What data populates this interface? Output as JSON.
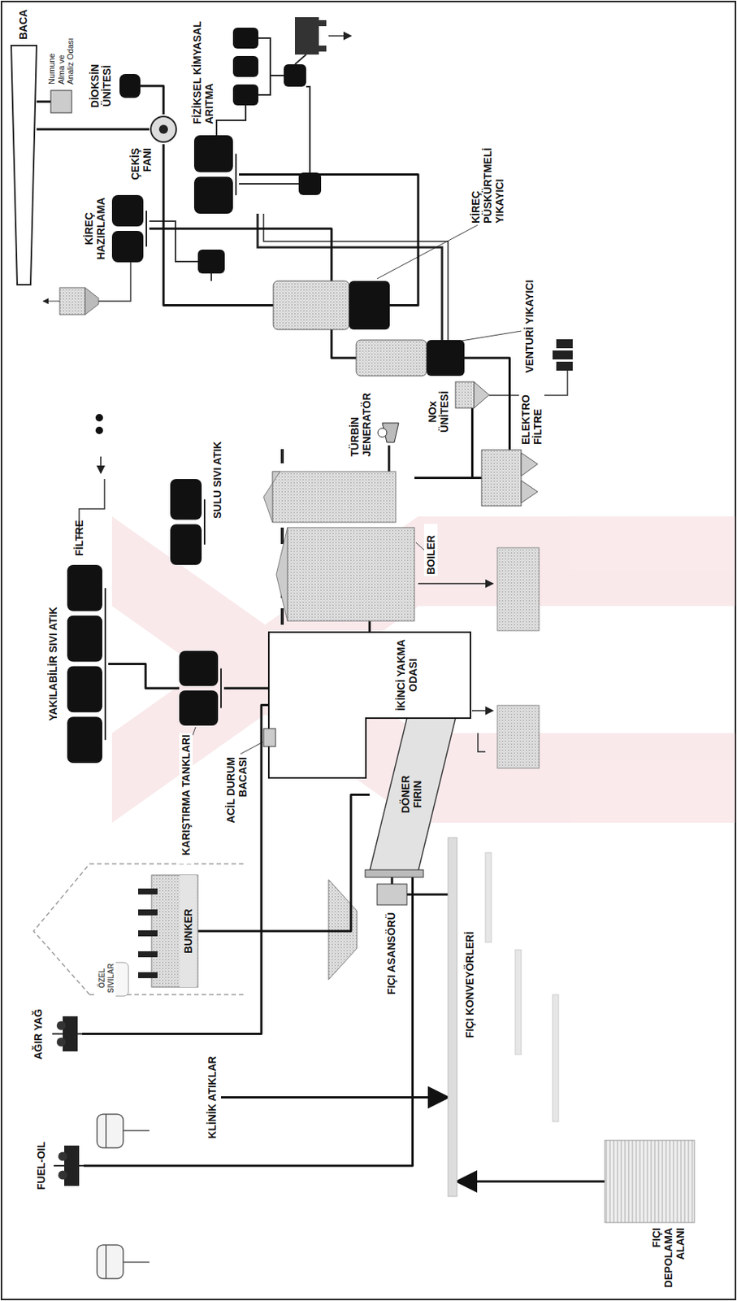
{
  "diagram": {
    "nodes": [
      {
        "text": [
          "FUEL-OIL"
        ]
      },
      {
        "text": [
          "AĞIR YAĞ"
        ]
      },
      {
        "text": [
          "ÖZEL SIVILAR"
        ]
      },
      {
        "text": [
          "KLİNİK ATIKLAR"
        ]
      },
      {
        "text": [
          "FIÇI DEPOLAMA ALANI"
        ]
      },
      {
        "text": [
          "FIÇI KONVEYÖRLERİ"
        ]
      },
      {
        "text": [
          "BUNKER"
        ]
      },
      {
        "text": [
          "FIÇI ASANSÖRÜ"
        ]
      },
      {
        "text": [
          "DÖNER FIRIN"
        ]
      },
      {
        "text": [
          "KARIŞTIRMA TANKLARI"
        ]
      },
      {
        "text": [
          "YAKILABİLİR SIVI ATIK"
        ]
      },
      {
        "text": [
          "İKİNCİ YAKMA ODASI"
        ]
      },
      {
        "text": [
          "ACİL DURUM BACASI"
        ],
        "in": 11
      },
      {
        "text": [
          "BOILER"
        ]
      },
      {
        "text": [
          "SULU SIVI ATIK"
        ]
      },
      {
        "text": [
          "FİLTRE"
        ]
      },
      {
        "text": [
          "TÜRBİN JENERATÖR"
        ]
      },
      {
        "text": [
          "ELEKTRO FİLTRE"
        ]
      },
      {
        "text": [
          "NOx ÜNİTESİ"
        ]
      },
      {
        "text": [
          "VENTURİ YIKAYICI"
        ]
      },
      {
        "text": [
          "KİREÇ PÜSKÜRTMELİ YIKAYICI"
        ]
      },
      {
        "text": [
          "KİREÇ HAZIRLAMA"
        ]
      },
      {
        "text": [
          "ÇEKİŞ FANI"
        ]
      },
      {
        "text": [
          "DİOKSİN ÜNİTESİ"
        ]
      },
      {
        "text": [
          "Numune Alma ve Analiz Odası"
        ]
      },
      {
        "text": [
          "BACA"
        ]
      },
      {
        "text": [
          "FİZİKSEL KİMYASAL ARITMA"
        ]
      }
    ],
    "edges": [
      {
        "from": 0,
        "to": 8,
        "arrow": "none"
      },
      {
        "from": 1,
        "to": 11,
        "arrow": "none"
      },
      {
        "from": 3,
        "to": 5,
        "arrow": "to"
      },
      {
        "from": 4,
        "to": 5,
        "arrow": "to"
      },
      {
        "from": 5,
        "to": 7,
        "arrow": "none"
      },
      {
        "from": 7,
        "to": 8,
        "arrow": "none"
      },
      {
        "from": 6,
        "to": 8,
        "arrow": "none"
      },
      {
        "from": 10,
        "to": 9,
        "arrow": "none"
      },
      {
        "from": 9,
        "to": 11,
        "arrow": "none"
      },
      {
        "from": 11,
        "to": 13,
        "arrow": "none"
      },
      {
        "from": 13,
        "to": 16,
        "arrow": "none"
      },
      {
        "from": 13,
        "to": 17,
        "arrow": "none"
      },
      {
        "from": 18,
        "to": 17,
        "arrow": "none"
      },
      {
        "from": 17,
        "to": 19,
        "arrow": "none"
      },
      {
        "from": 19,
        "to": 20,
        "arrow": "none"
      },
      {
        "from": 20,
        "to": 22,
        "arrow": "none"
      },
      {
        "from": 22,
        "to": 25,
        "arrow": "none"
      },
      {
        "from": 23,
        "to": 22,
        "arrow": "none"
      },
      {
        "from": 24,
        "to": 25,
        "arrow": "none"
      },
      {
        "from": 21,
        "to": 20,
        "arrow": "none"
      },
      {
        "from": 20,
        "to": 26,
        "arrow": "none"
      }
    ]
  }
}
